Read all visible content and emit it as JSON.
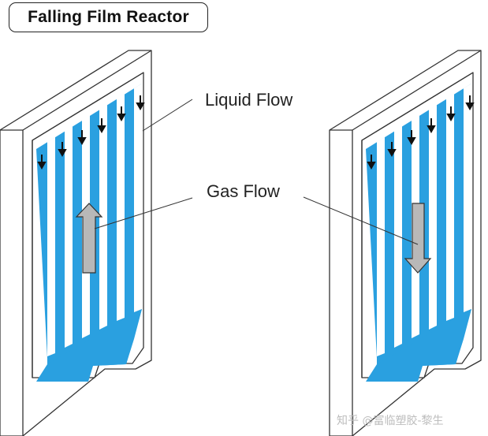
{
  "title": "Falling Film Reactor",
  "labels": {
    "liquid_flow": "Liquid Flow",
    "gas_flow": "Gas Flow"
  },
  "watermark": "知乎 @富临塑胶-黎生",
  "colors": {
    "liquid": "#2aa0e0",
    "wall": "#ffffff",
    "outline": "#333333",
    "gas_arrow": "#b8b8b8"
  },
  "reactors": [
    {
      "name": "left-reactor",
      "gas_direction": "up"
    },
    {
      "name": "right-reactor",
      "gas_direction": "down"
    }
  ]
}
